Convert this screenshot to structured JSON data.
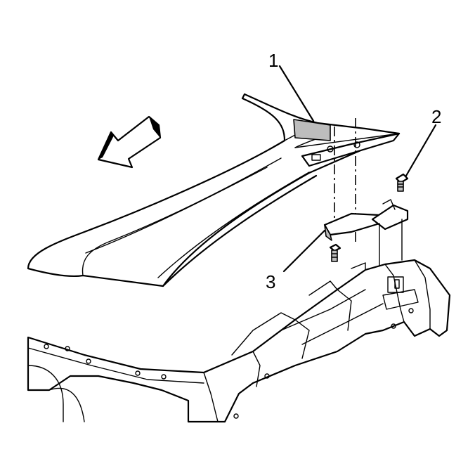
{
  "diagram": {
    "callouts": [
      {
        "id": "1",
        "label": "1"
      },
      {
        "id": "2",
        "label": "2"
      },
      {
        "id": "3",
        "label": "3"
      }
    ],
    "icons": [
      "direction-arrow-icon",
      "bolt-icon",
      "hinge-bracket-icon"
    ]
  }
}
